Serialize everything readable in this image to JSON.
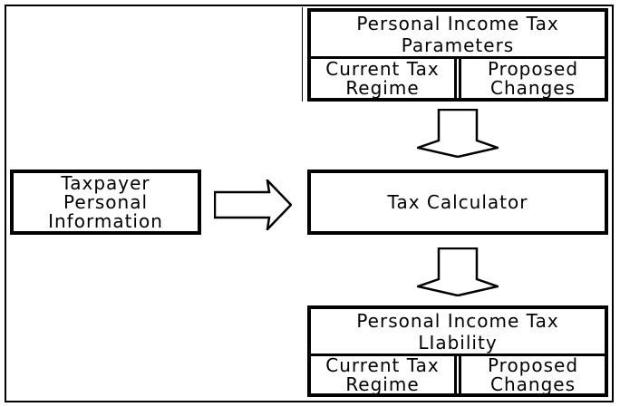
{
  "left_box": {
    "label": "Taxpayer\nPersonal\nInformation"
  },
  "top_box": {
    "title": "Personal Income Tax\nParameters",
    "cells": [
      "Current Tax\nRegime",
      "Proposed\nChanges"
    ]
  },
  "center_box": {
    "label": "Tax Calculator"
  },
  "bottom_box": {
    "title": "Personal Income Tax\nLIability",
    "cells": [
      "Current Tax\nRegime",
      "Proposed\nChanges"
    ]
  },
  "icons": {
    "down_arrow": "block-arrow-down",
    "right_arrow": "block-arrow-right"
  },
  "colors": {
    "border": "#000000",
    "background": "#ffffff",
    "text": "#000000"
  }
}
